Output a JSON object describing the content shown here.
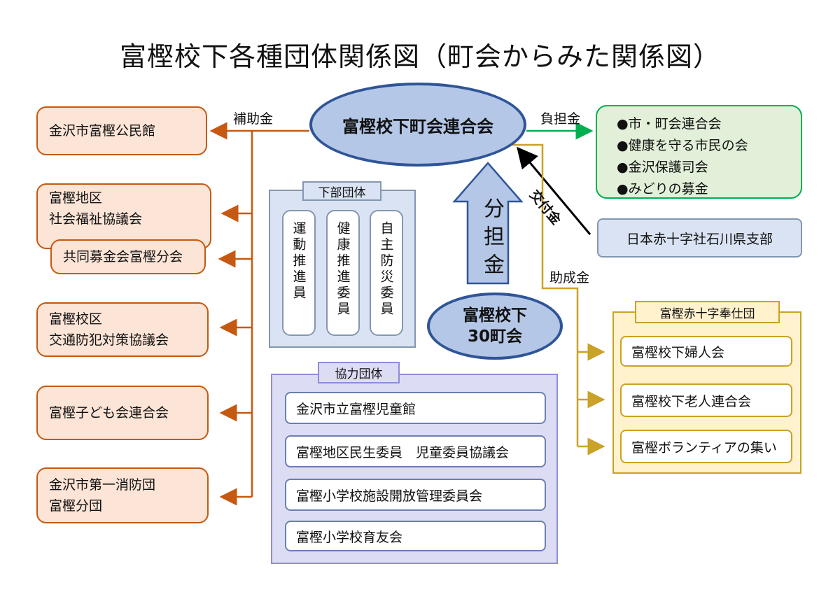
{
  "title": "富樫校下各種団体関係図（町会からみた関係図）",
  "center": "富樫校下町会連合会",
  "flows": {
    "subsidy": "補助金",
    "burden": "負担金",
    "grant_in": "交付金",
    "aid": "助成金",
    "share": "分担金"
  },
  "left_orgs": [
    {
      "lines": [
        "金沢市富樫公民館"
      ]
    },
    {
      "lines": [
        "富樫地区",
        "社会福祉協議会"
      ]
    },
    {
      "lines": [
        "共同募金会富樫分会"
      ]
    },
    {
      "lines": [
        "富樫校区",
        "交通防犯対策協議会"
      ]
    },
    {
      "lines": [
        "富樫子ども会連合会"
      ]
    },
    {
      "lines": [
        "金沢市第一消防団",
        "富樫分団"
      ]
    }
  ],
  "burden_targets": [
    "●市・町会連合会",
    "●健康を守る市民の会",
    "●金沢保護司会",
    "●みどりの募金"
  ],
  "red_cross_branch": "日本赤十字社石川県支部",
  "sub_groups": {
    "title": "下部団体",
    "items": [
      "運動推進員",
      "健康推進委員",
      "自主防災委員"
    ]
  },
  "town30": [
    "富樫校下",
    "30町会"
  ],
  "cooperating": {
    "title": "協力団体",
    "items": [
      "金沢市立富樫児童館",
      "富樫地区民生委員　児童委員協議会",
      "富樫小学校施設開放管理委員会",
      "富樫小学校育友会"
    ]
  },
  "red_cross_service": {
    "title": "富樫赤十字奉仕団",
    "items": [
      "富樫校下婦人会",
      "富樫校下老人連合会",
      "富樫ボランティアの集い"
    ]
  },
  "colors": {
    "orange": "#c65911",
    "green": "#00b050",
    "gold": "#c9a227",
    "blue": "#2f5597",
    "purple": "#8e8ed6"
  }
}
